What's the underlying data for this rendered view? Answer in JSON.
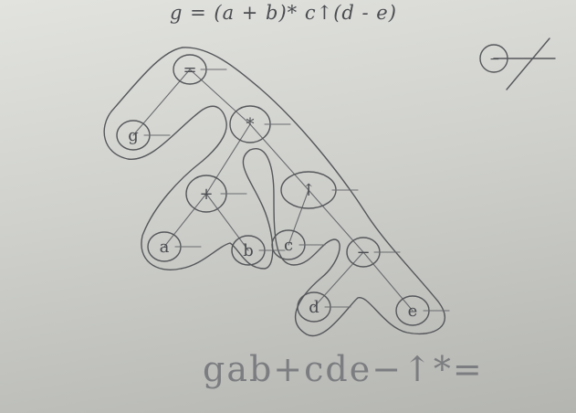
{
  "expression": "g = (a + b)* c↑(d - e)",
  "postfix": "gab+cde−↑*=",
  "legend_symbol": "−",
  "nodes": [
    {
      "id": "eq",
      "label": "="
    },
    {
      "id": "g",
      "label": "g"
    },
    {
      "id": "mul",
      "label": "*"
    },
    {
      "id": "plus",
      "label": "+"
    },
    {
      "id": "pow",
      "label": "↑"
    },
    {
      "id": "a",
      "label": "a"
    },
    {
      "id": "b",
      "label": "b"
    },
    {
      "id": "c",
      "label": "c"
    },
    {
      "id": "minus",
      "label": "−"
    },
    {
      "id": "d",
      "label": "d"
    },
    {
      "id": "e",
      "label": "e"
    }
  ],
  "edges": [
    [
      "eq",
      "g"
    ],
    [
      "eq",
      "mul"
    ],
    [
      "mul",
      "plus"
    ],
    [
      "mul",
      "pow"
    ],
    [
      "plus",
      "a"
    ],
    [
      "plus",
      "b"
    ],
    [
      "pow",
      "c"
    ],
    [
      "pow",
      "minus"
    ],
    [
      "minus",
      "d"
    ],
    [
      "minus",
      "e"
    ]
  ],
  "colors": {
    "ink": "#55575a",
    "board": "#d4d5d1"
  }
}
